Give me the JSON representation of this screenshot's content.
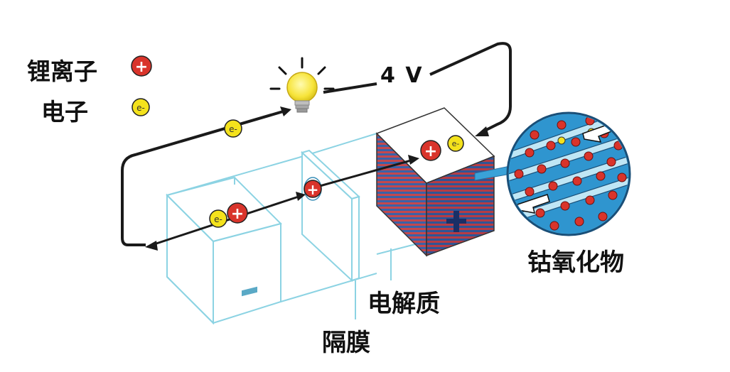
{
  "legend": {
    "lithium_ion_label": "锂离子",
    "electron_label": "电子",
    "ion_symbol": "+",
    "electron_symbol": "e-"
  },
  "labels": {
    "voltage": "4 V",
    "cobalt_oxide": "钴氧化物",
    "electrolyte": "电解质",
    "separator": "隔膜",
    "negative_sign": "−",
    "positive_sign": "+"
  },
  "icons": {
    "bulb": "light-bulb-icon",
    "ion": "lithium-ion-icon",
    "electron": "electron-icon"
  },
  "colors": {
    "ion_red": "#d9342b",
    "electron_yellow": "#f4e21c",
    "cell_outline": "#8cd3e3",
    "cathode_blue": "#3366aa",
    "cathode_red": "#c8464a",
    "wire": "#1a1a1a",
    "zoom_blue": "#3aa2d8"
  }
}
